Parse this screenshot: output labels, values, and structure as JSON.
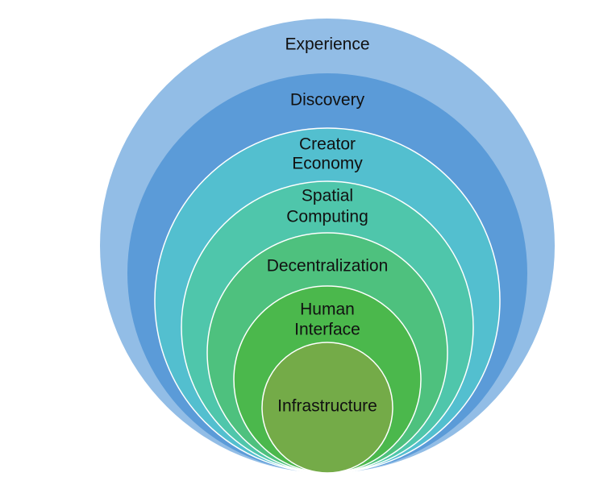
{
  "diagram": {
    "layers": [
      {
        "label_lines": [
          "Experience"
        ],
        "color": "#92bde6"
      },
      {
        "label_lines": [
          "Discovery"
        ],
        "color": "#5b9bd8"
      },
      {
        "label_lines": [
          "Creator",
          "Economy"
        ],
        "color": "#53bfcf"
      },
      {
        "label_lines": [
          "Spatial",
          "Computing"
        ],
        "color": "#4fc6ab"
      },
      {
        "label_lines": [
          "Decentralization"
        ],
        "color": "#4ec17e"
      },
      {
        "label_lines": [
          "Human",
          "Interface"
        ],
        "color": "#4bb84c"
      },
      {
        "label_lines": [
          "Infrastructure"
        ],
        "color": "#74ab48"
      }
    ],
    "stroke_color": "#ffffff"
  }
}
